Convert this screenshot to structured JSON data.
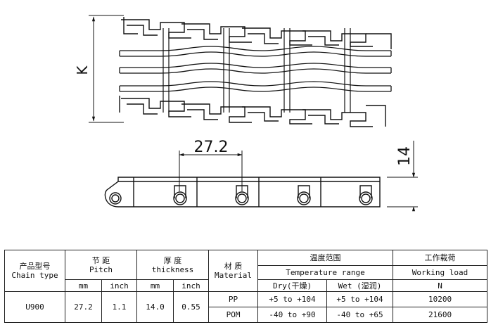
{
  "drawing": {
    "dim_overall_width": "K",
    "dim_pitch": "27.2",
    "dim_height": "14"
  },
  "table": {
    "headers": {
      "chain_type": {
        "cn": "产品型号",
        "en": "Chain type"
      },
      "pitch": {
        "cn": "节  距",
        "en": "Pitch"
      },
      "thickness": {
        "cn": "厚  度",
        "en": "thickness"
      },
      "material": {
        "cn": "材 质",
        "en": "Material"
      },
      "temperature": {
        "cn": "温度范围",
        "en": "Temperature range"
      },
      "working_load": {
        "cn": "工作载荷",
        "en": "Working load"
      }
    },
    "units": {
      "pitch_mm": "mm",
      "pitch_inch": "inch",
      "thick_mm": "mm",
      "thick_inch": "inch",
      "dry": "Dry(干燥)",
      "wet": "Wet (湿润)",
      "load": "N"
    },
    "row": {
      "chain_type": "U900",
      "pitch_mm": "27.2",
      "pitch_inch": "1.1",
      "thick_mm": "14.0",
      "thick_inch": "0.55",
      "materials": [
        {
          "material": "PP",
          "dry": "+5 to +104",
          "wet": "+5 to +104",
          "load": "10200"
        },
        {
          "material": "POM",
          "dry": "-40 to +90",
          "wet": "-40 to +65",
          "load": "21600"
        }
      ]
    }
  }
}
